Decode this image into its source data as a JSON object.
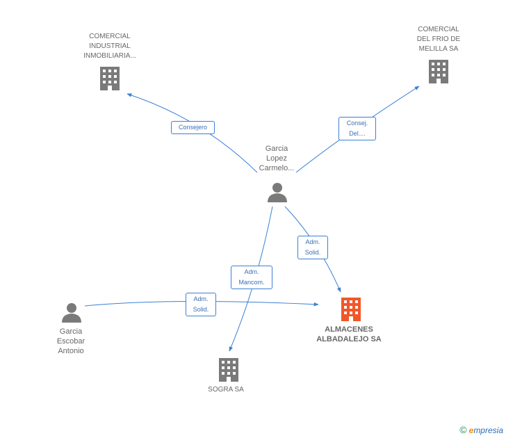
{
  "nodes": {
    "comercial_industrial": {
      "label": "COMERCIAL\nINDUSTRIAL\nINMOBILIARIA...",
      "type": "company"
    },
    "comercial_frio": {
      "label": "COMERCIAL\nDEL FRIO DE\nMELILLA SA",
      "type": "company"
    },
    "garcia_lopez": {
      "label": "Garcia\nLopez\nCarmelo...",
      "type": "person"
    },
    "garcia_escobar": {
      "label": "Garcia\nEscobar\nAntonio",
      "type": "person"
    },
    "almacenes": {
      "label": "ALMACENES\nALBADALEJO SA",
      "type": "company-focus"
    },
    "sogra": {
      "label": "SOGRA SA",
      "type": "company"
    }
  },
  "edges": {
    "consejero": "Consejero",
    "consej_del": "Consej.\nDel....",
    "adm_solid_1": "Adm.\nSolid.",
    "adm_mancom": "Adm.\nMancom.",
    "adm_solid_2": "Adm.\nSolid."
  },
  "colors": {
    "edge": "#3a7fd5",
    "company_icon": "#7a7a7a",
    "focus_icon": "#f0582a",
    "person_icon": "#7a7a7a"
  },
  "brand": {
    "copyright": "©",
    "e": "e",
    "rest": "mpresia"
  }
}
